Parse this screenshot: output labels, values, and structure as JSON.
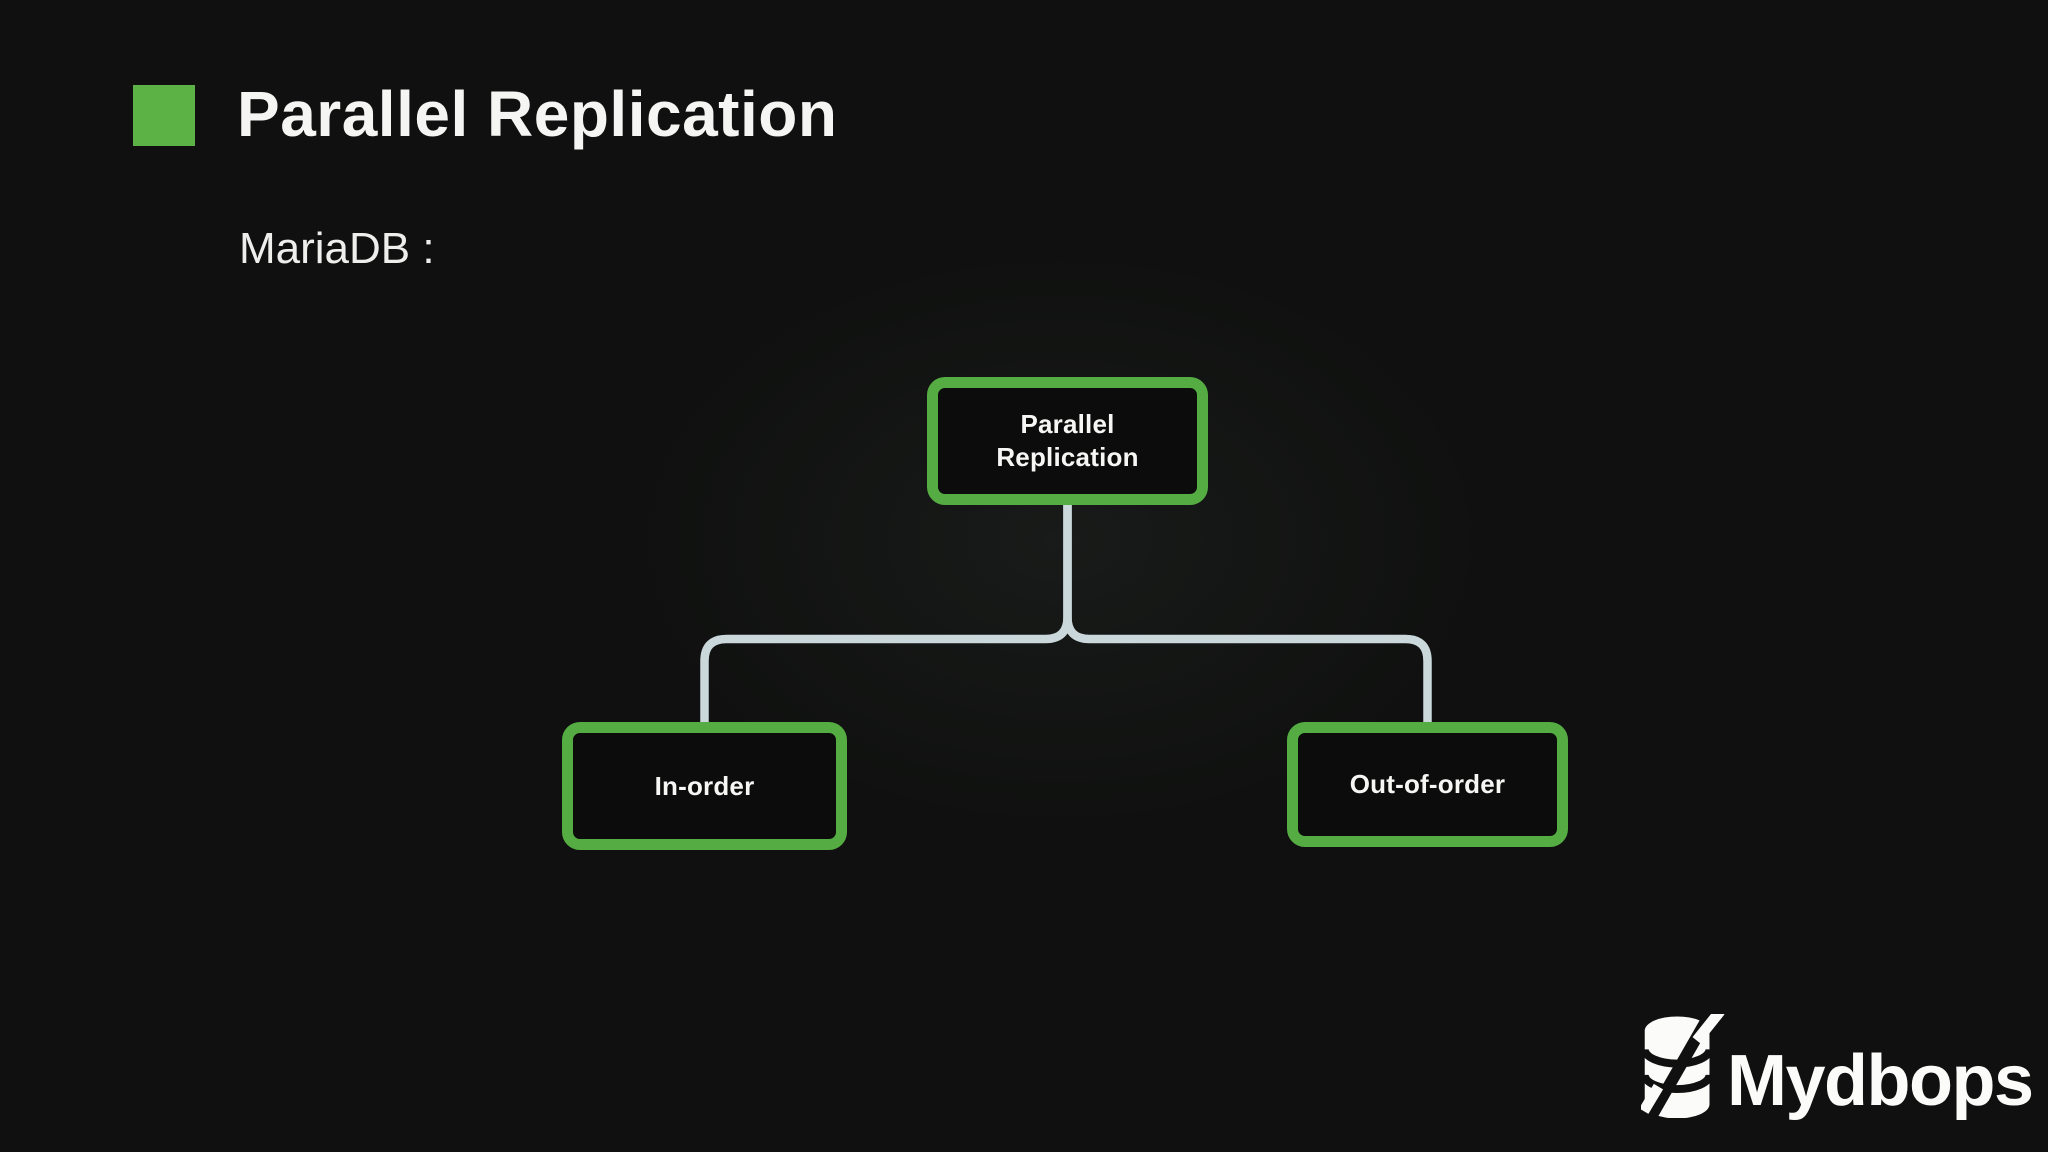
{
  "slide": {
    "title": "Parallel Replication",
    "subtitle": "MariaDB :",
    "colors": {
      "background": "#0F100F",
      "accent_green": "#5CB244",
      "node_border_green": "#55AC43",
      "connector_line": "#CBD8DB",
      "text_white": "#F4F4F2"
    },
    "diagram": {
      "type": "tree",
      "root": {
        "label": "Parallel Replication"
      },
      "children": [
        {
          "label": "In-order"
        },
        {
          "label": "Out-of-order"
        }
      ]
    },
    "logo": {
      "text": "Mydbops",
      "icon": "database-bolt-icon"
    }
  }
}
